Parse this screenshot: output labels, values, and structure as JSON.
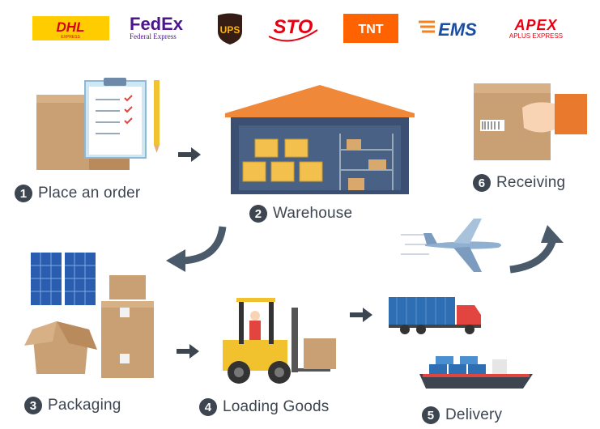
{
  "carriers": [
    {
      "name": "DHL",
      "sub": "EXPRESS",
      "color": "#d40511",
      "bg": "#ffcc00"
    },
    {
      "name": "FedEx",
      "sub": "Federal Express",
      "color": "#4d148c",
      "accent": "#ff6600"
    },
    {
      "name": "UPS",
      "color": "#ffb500",
      "bg": "#351c15"
    },
    {
      "name": "STO",
      "color": "#e60012"
    },
    {
      "name": "TNT",
      "color": "#ffffff",
      "bg": "#ff6200"
    },
    {
      "name": "EMS",
      "color": "#1a4ea2",
      "accent": "#f58220"
    },
    {
      "name": "APEX",
      "sub": "APLUS EXPRESS",
      "color": "#e60012"
    }
  ],
  "steps": [
    {
      "number": "1",
      "label": "Place an order"
    },
    {
      "number": "2",
      "label": "Warehouse"
    },
    {
      "number": "3",
      "label": "Packaging"
    },
    {
      "number": "4",
      "label": "Loading Goods"
    },
    {
      "number": "5",
      "label": "Delivery"
    },
    {
      "number": "6",
      "label": "Receiving"
    }
  ],
  "colors": {
    "text": "#3d4550",
    "arrow": "#3d4550",
    "cardboard": "#c9a074",
    "warehouse": "#3b4f73",
    "roof": "#f0883a"
  }
}
